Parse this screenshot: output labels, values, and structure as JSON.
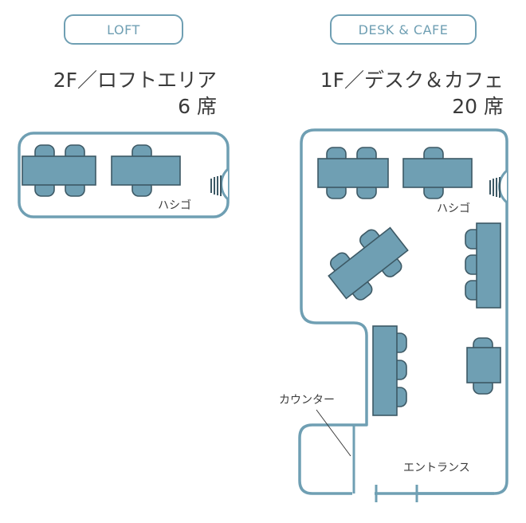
{
  "loft": {
    "tag": "LOFT",
    "title": "2F／ロフトエリア",
    "seats": "6 席",
    "ladder_label": "ハシゴ"
  },
  "desk": {
    "tag": "DESK & CAFE",
    "title": "1F／デスク＆カフェ",
    "seats": "20 席",
    "ladder_label": "ハシゴ",
    "counter_label": "カウンター",
    "entrance_label": "エントランス"
  },
  "colors": {
    "outline": "#6f9fb3",
    "table": "#6f9fb3",
    "table_stroke": "#3d5965",
    "text": "#3a3a3a"
  }
}
